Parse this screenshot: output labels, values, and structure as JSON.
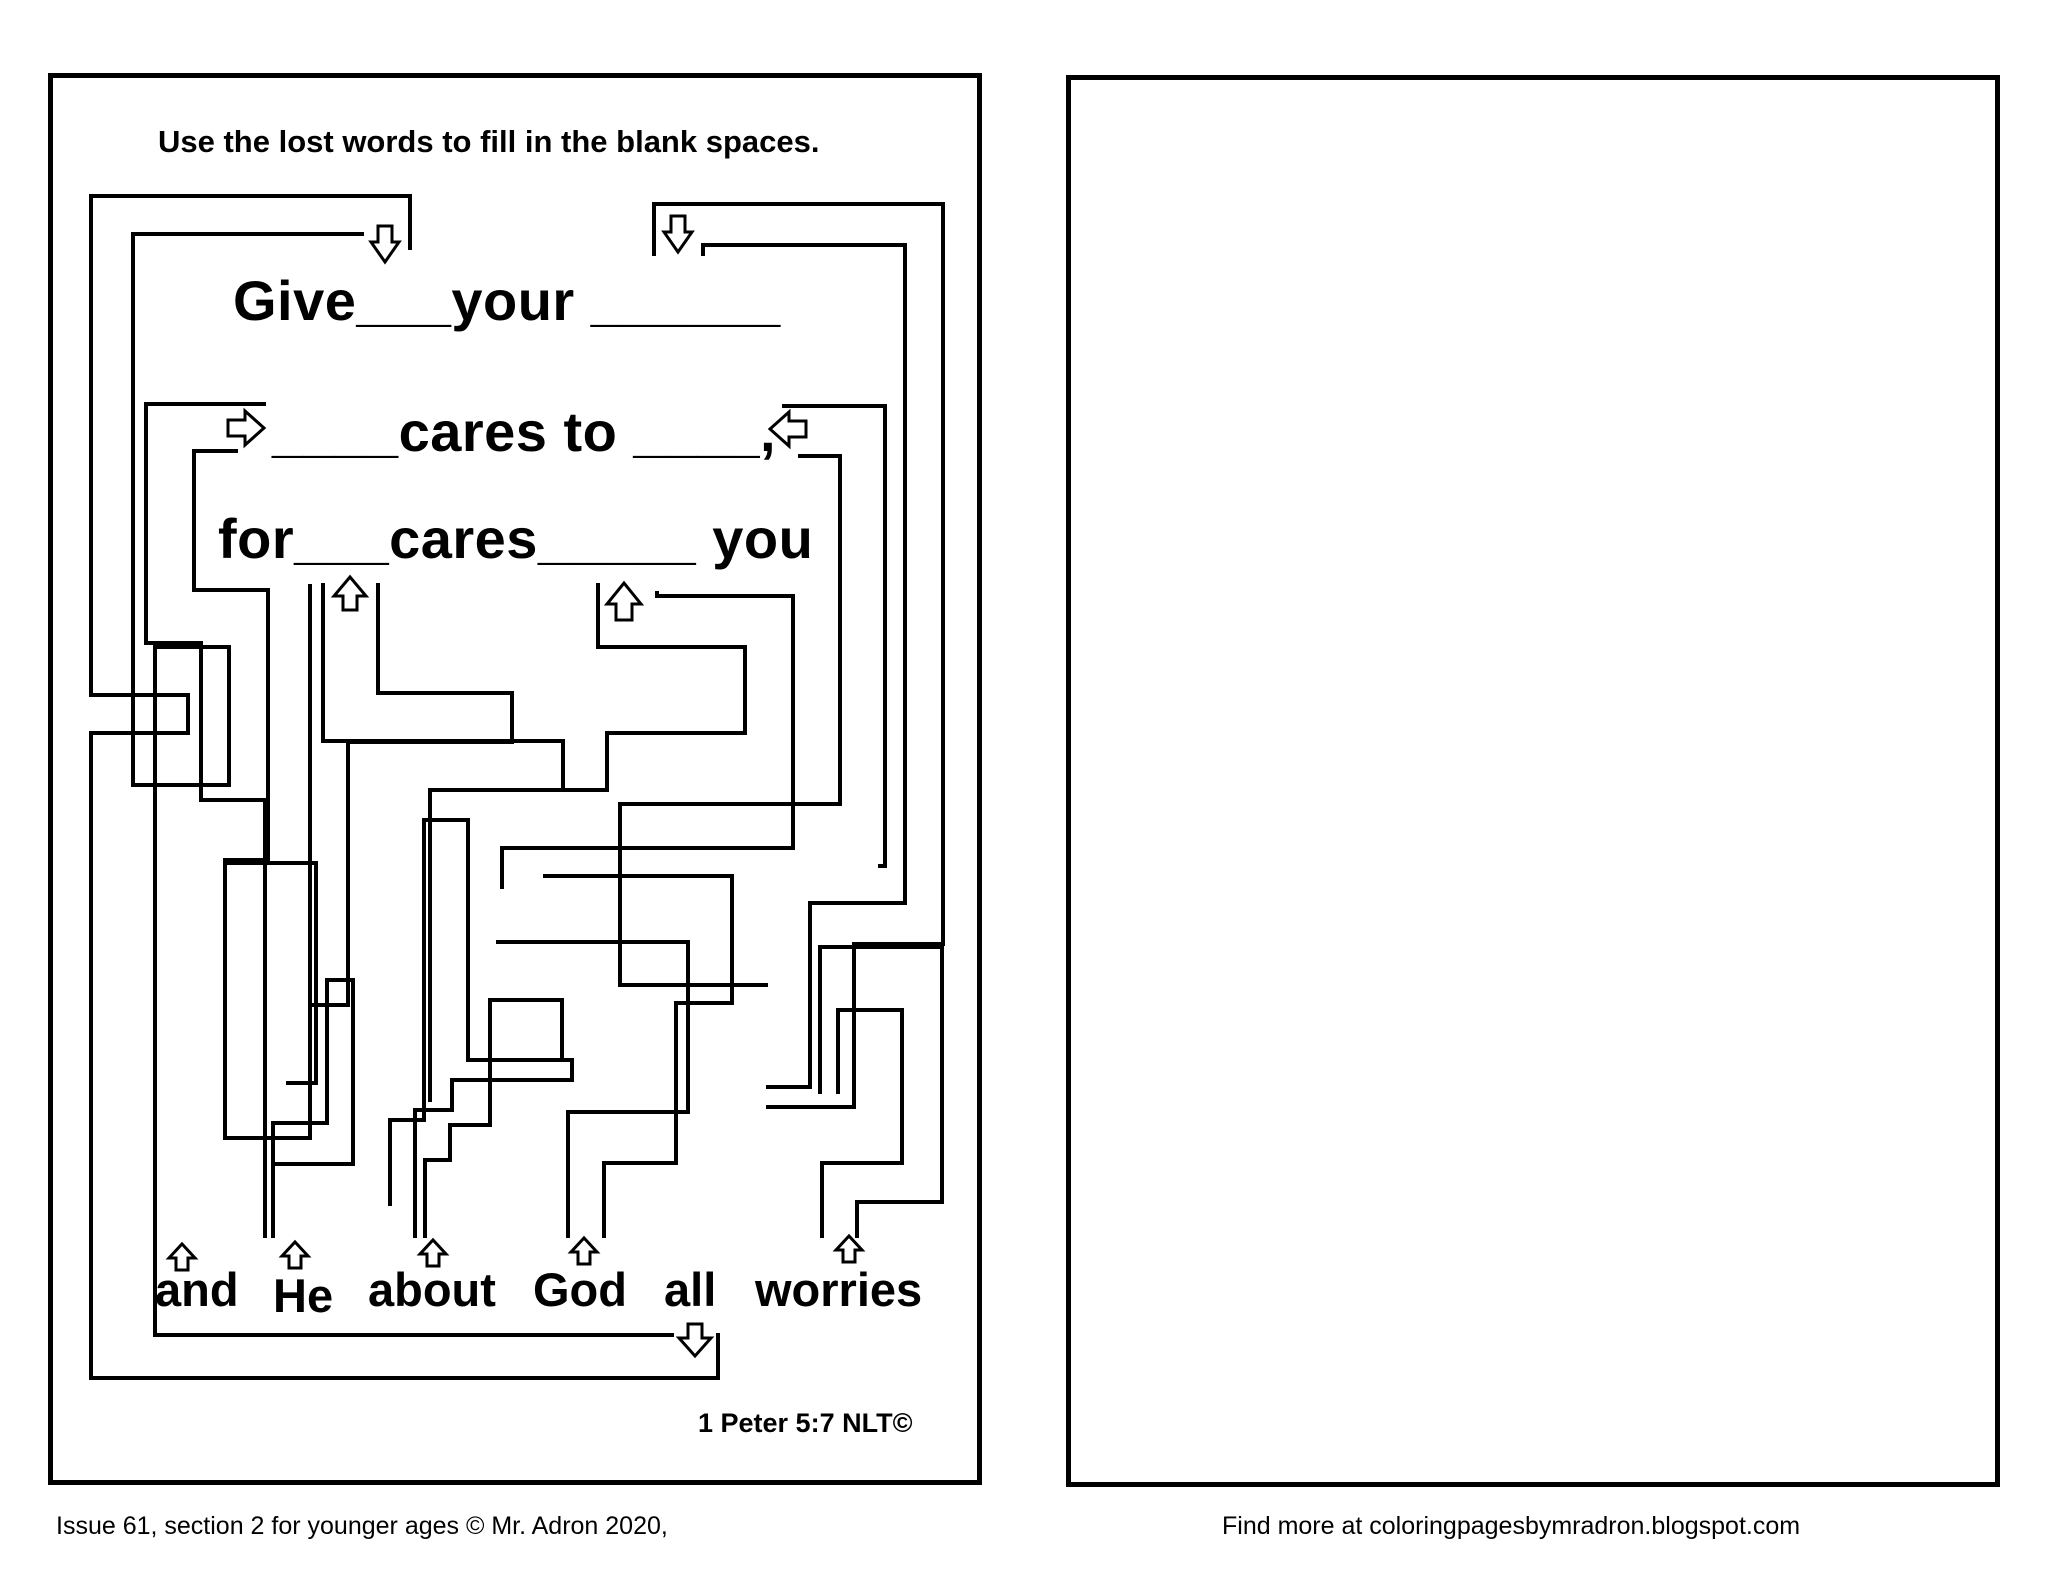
{
  "worksheet": {
    "instruction": "Use the lost words to fill in the blank spaces.",
    "sentence_lines": [
      "Give___your ______",
      "____cares to ____,",
      "for___cares_____ you"
    ],
    "word_bank": [
      "and",
      "He",
      "about",
      "God",
      "all",
      "worries"
    ],
    "reference": "1 Peter 5:7 NLT©"
  },
  "footer": {
    "left": "Issue 61, section 2 for younger ages © Mr. Adron 2020,",
    "right": "Find more at coloringpagesbymradron.blogspot.com"
  }
}
